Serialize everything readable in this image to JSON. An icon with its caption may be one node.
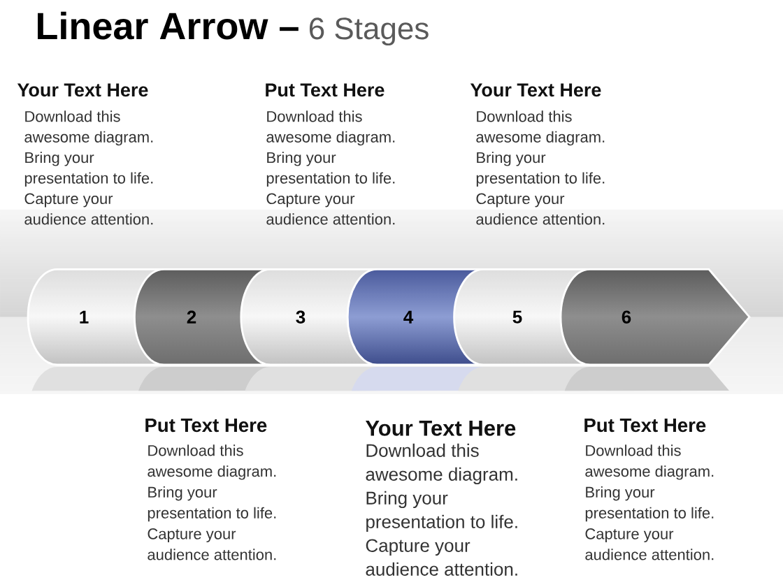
{
  "diagram": {
    "title": "**Linear Arrow –** 6 Stages",
    "nodes": [
      {
        "text": [
          "1"
        ],
        "beside": [
          "Your Text Here",
          "Download this awesome diagram. Bring your presentation to life. Capture your audience attention."
        ]
      },
      {
        "text": [
          "2"
        ],
        "beside": [
          "Put Text Here",
          "Download this awesome diagram. Bring your presentation to life. Capture your audience attention."
        ]
      },
      {
        "text": [
          "3"
        ],
        "beside": [
          "Put Text Here",
          "Download this awesome diagram. Bring your presentation to life. Capture your audience attention."
        ]
      },
      {
        "text": [
          "4"
        ],
        "beside": [
          "Your Text Here",
          "Download this awesome diagram. Bring your presentation to life. Capture your audience attention."
        ]
      },
      {
        "text": [
          "5"
        ],
        "beside": [
          "Your Text Here",
          "Download this awesome diagram. Bring your presentation to life. Capture your audience attention."
        ]
      },
      {
        "text": [
          "6"
        ],
        "beside": [
          "Put Text Here",
          "Download this awesome diagram. Bring your presentation to life. Capture your audience attention."
        ]
      }
    ]
  }
}
